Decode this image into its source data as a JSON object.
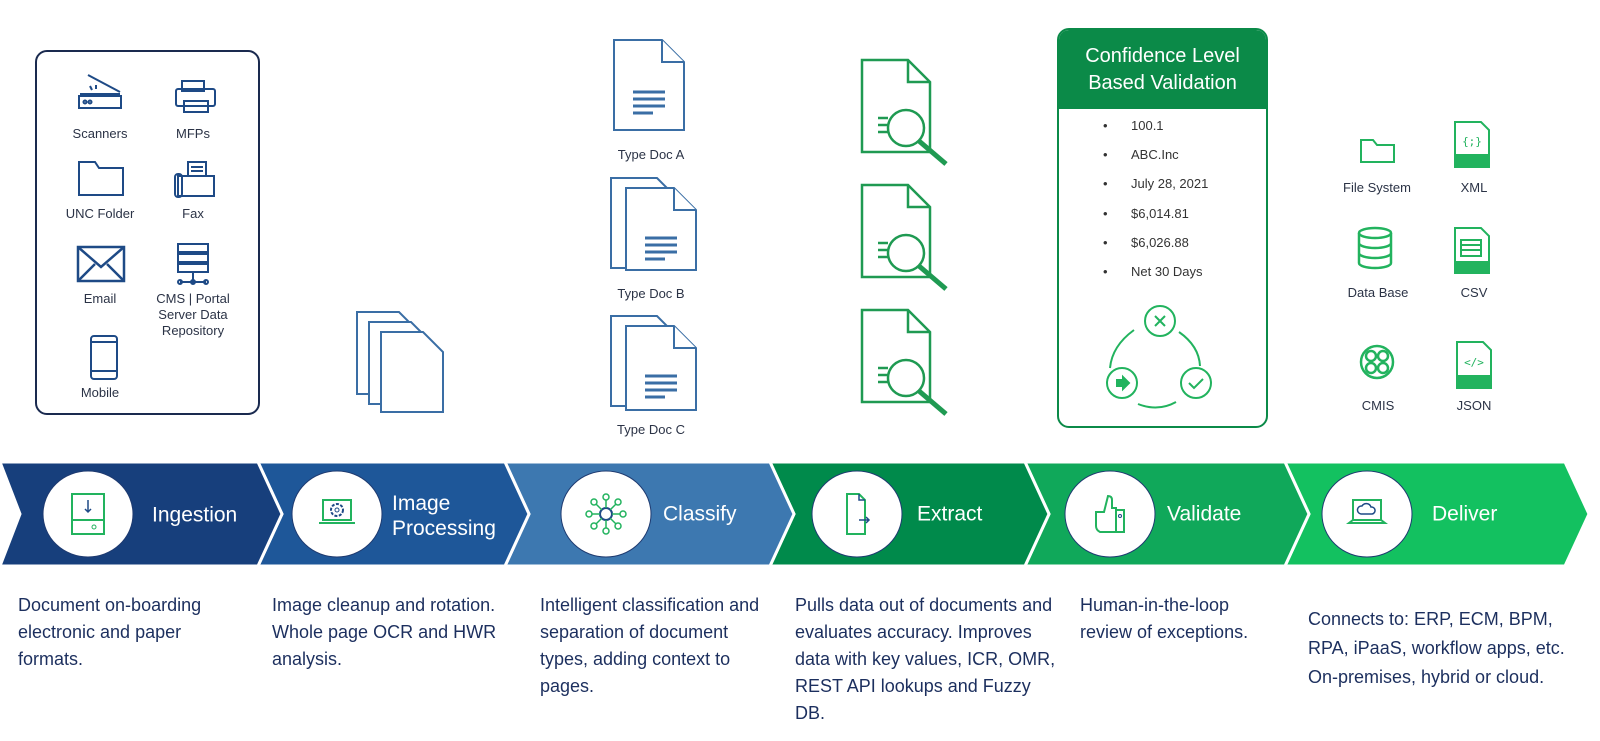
{
  "sources": [
    {
      "label": "Scanners",
      "icon": "scanner-icon"
    },
    {
      "label": "MFPs",
      "icon": "printer-icon"
    },
    {
      "label": "UNC Folder",
      "icon": "folder-icon"
    },
    {
      "label": "Fax",
      "icon": "fax-icon"
    },
    {
      "label": "Email",
      "icon": "envelope-icon"
    },
    {
      "label": "CMS | Portal\nServer Data\nRepository",
      "icon": "server-icon"
    },
    {
      "label": "Mobile",
      "icon": "mobile-icon"
    }
  ],
  "doc_types": [
    "Type Doc A",
    "Type Doc B",
    "Type Doc C"
  ],
  "validation": {
    "title": "Confidence Level Based Validation",
    "items": [
      "100.1",
      "ABC.Inc",
      "July 28, 2021",
      "$6,014.81",
      "$6,026.88",
      "Net 30 Days"
    ]
  },
  "outputs": [
    {
      "label": "File System",
      "icon": "folder-icon"
    },
    {
      "label": "XML",
      "icon": "json-file-icon"
    },
    {
      "label": "Data Base",
      "icon": "database-icon"
    },
    {
      "label": "CSV",
      "icon": "csv-file-icon"
    },
    {
      "label": "CMIS",
      "icon": "cmis-icon"
    },
    {
      "label": "JSON",
      "icon": "xml-file-icon"
    }
  ],
  "stages": [
    {
      "label": "Ingestion",
      "color": "#173f7c",
      "icon": "drive-download-icon",
      "desc": "Document on-boarding electronic and paper formats."
    },
    {
      "label": "Image Processing",
      "color": "#1e5799",
      "icon": "laptop-gear-icon",
      "desc": "Image cleanup and rotation. Whole page OCR and HWR analysis."
    },
    {
      "label": "Classify",
      "color": "#3d78b0",
      "icon": "network-hub-icon",
      "desc": "Intelligent classification and separation of document types, adding context to pages."
    },
    {
      "label": "Extract",
      "color": "#008a4b",
      "icon": "file-export-icon",
      "desc": "Pulls data out of documents and evaluates accuracy. Improves data with key values, ICR, OMR, REST API lookups and Fuzzy DB."
    },
    {
      "label": "Validate",
      "color": "#10a85a",
      "icon": "thumbs-up-icon",
      "desc": "Human-in-the-loop review of exceptions."
    },
    {
      "label": "Deliver",
      "color": "#13c160",
      "icon": "laptop-cloud-icon",
      "desc": "Connects to: ERP, ECM, BPM, RPA, iPaaS, workflow apps, etc. On-premises, hybrid or cloud."
    }
  ],
  "colors": {
    "navy": "#1a2a4f",
    "doc_blue": "#3a6ea5",
    "green": "#0b8a48",
    "icon_green": "#22b35e"
  }
}
